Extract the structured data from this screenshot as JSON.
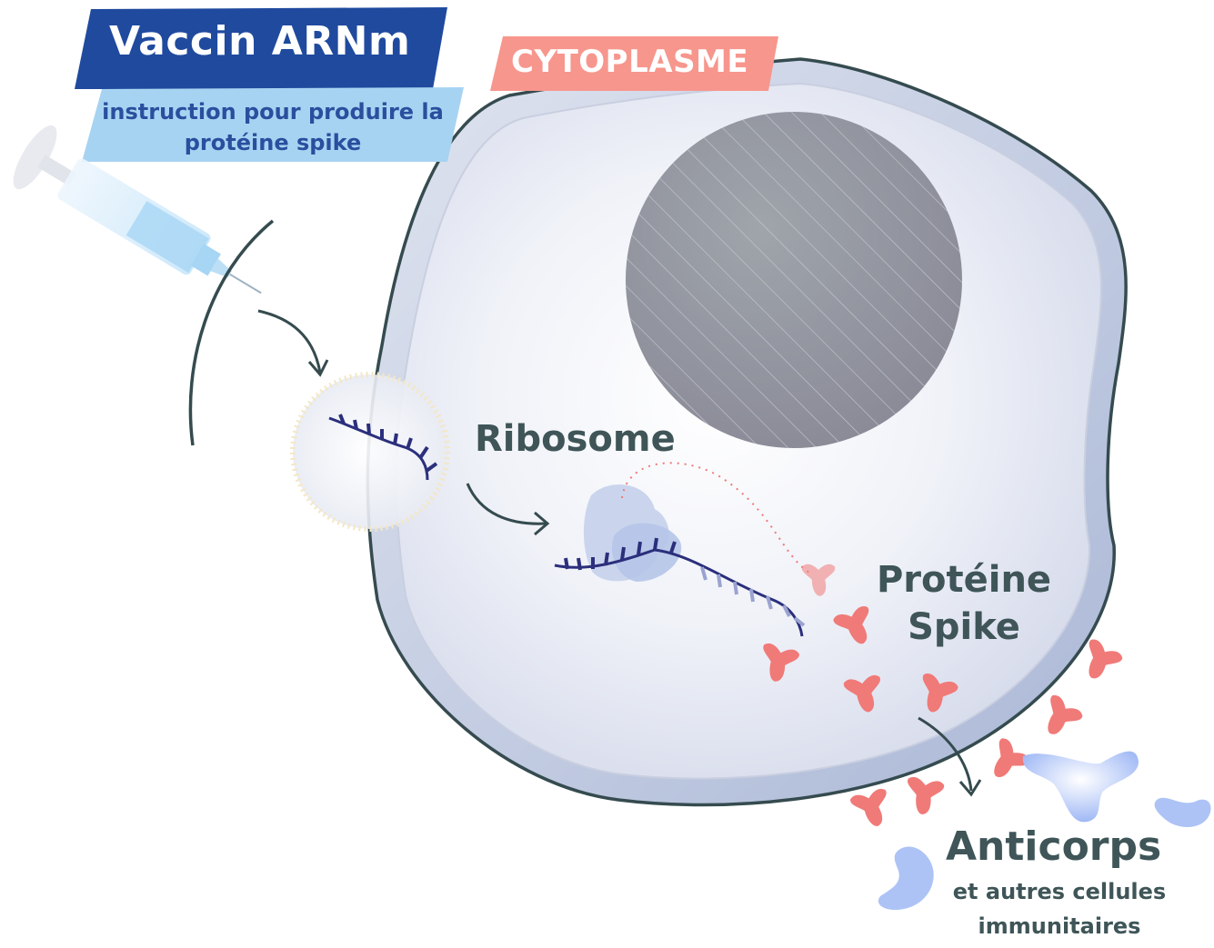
{
  "vaccine": {
    "title": "Vaccin ARNm",
    "subtitle": "instruction pour produire la protéine spike"
  },
  "cell": {
    "region_label": "CYTOPLASME"
  },
  "labels": {
    "ribosome": "Ribosome",
    "protein": "Protéine Spike",
    "antibodies": "Anticorps",
    "antibodies_sub": "et autres cellules immunitaires"
  },
  "colors": {
    "title_box": "#1f4a9e",
    "subtitle_box": "#a7d3f2",
    "cytoplasm_tag": "#f7968d",
    "spike_protein": "#f07a78",
    "antibody": "#9fb8f5",
    "mrna_strand": "#2b2f7c",
    "cell_outline": "#354b4f",
    "nucleus": "#8f9199",
    "label_text": "#3f5558"
  },
  "icons": [
    "syringe-icon",
    "mrna-strand-icon",
    "ribosome-icon",
    "spike-protein-icon",
    "antibody-icon",
    "lipid-nanoparticle-icon",
    "nucleus-icon"
  ]
}
